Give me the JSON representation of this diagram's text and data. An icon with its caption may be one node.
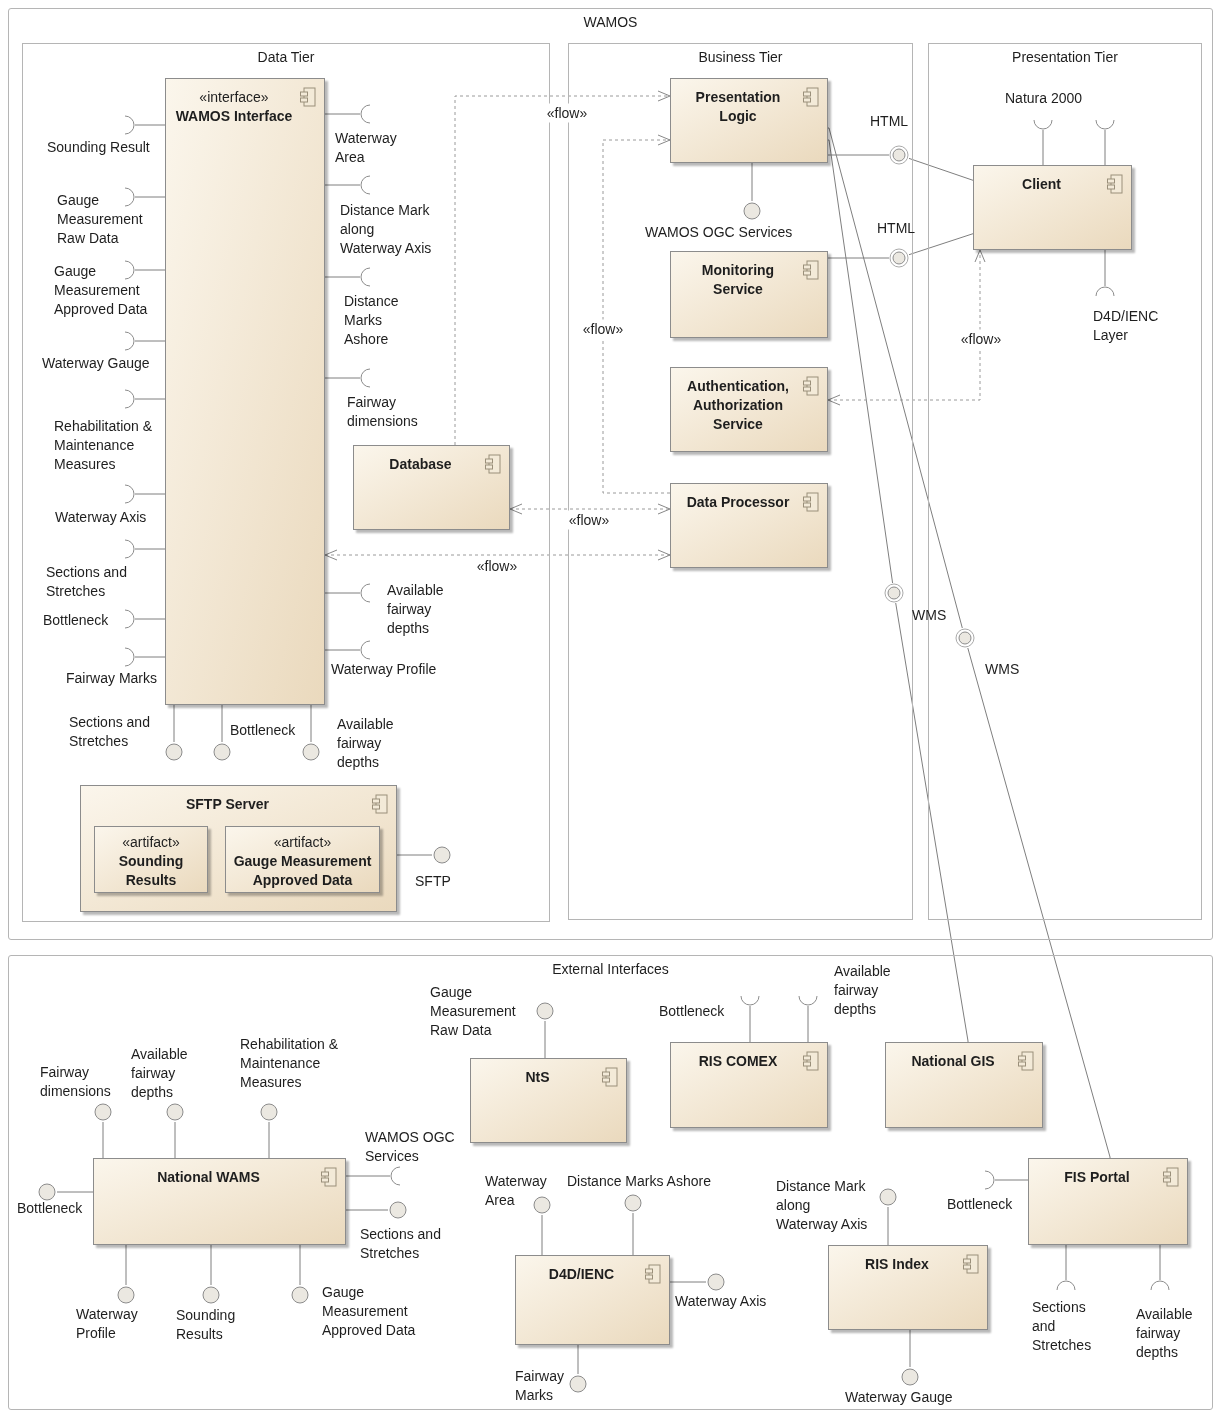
{
  "diagram": {
    "nodes": [
      {
        "text": [
          "WAMOS"
        ]
      },
      {
        "text": [
          "Data Tier"
        ],
        "in": 0
      },
      {
        "text": [
          "Business Tier"
        ],
        "in": 0
      },
      {
        "text": [
          "Presentation Tier"
        ],
        "in": 0
      },
      {
        "text": [
          "«interface»",
          "WAMOS Interface"
        ],
        "in": 1
      },
      {
        "text": [],
        "shape": "arc",
        "beside": [
          "Sounding Result"
        ],
        "in": 1
      },
      {
        "text": [],
        "shape": "arc",
        "beside": [
          "Gauge Measurement Raw Data"
        ],
        "in": 1
      },
      {
        "text": [],
        "shape": "arc",
        "beside": [
          "Gauge Measurement Approved Data"
        ],
        "in": 1
      },
      {
        "text": [],
        "shape": "arc",
        "beside": [
          "Waterway Gauge"
        ],
        "in": 1
      },
      {
        "text": [],
        "shape": "arc",
        "beside": [
          "Rehabilitation & Maintenance Measures"
        ],
        "in": 1
      },
      {
        "text": [],
        "shape": "arc",
        "beside": [
          "Waterway Axis"
        ],
        "in": 1
      },
      {
        "text": [],
        "shape": "arc",
        "beside": [
          "Sections and Stretches"
        ],
        "in": 1
      },
      {
        "text": [],
        "shape": "arc",
        "beside": [
          "Bottleneck"
        ],
        "in": 1
      },
      {
        "text": [],
        "shape": "arc",
        "beside": [
          "Fairway Marks"
        ],
        "in": 1
      },
      {
        "text": [],
        "shape": "arc",
        "beside": [
          "Waterway Area"
        ],
        "in": 1
      },
      {
        "text": [],
        "shape": "arc",
        "beside": [
          "Distance Mark along Waterway Axis"
        ],
        "in": 1
      },
      {
        "text": [],
        "shape": "arc",
        "beside": [
          "Distance Marks Ashore"
        ],
        "in": 1
      },
      {
        "text": [],
        "shape": "arc",
        "beside": [
          "Fairway dimensions"
        ],
        "in": 1
      },
      {
        "text": [],
        "shape": "arc",
        "beside": [
          "Available fairway depths"
        ],
        "in": 1
      },
      {
        "text": [],
        "shape": "arc",
        "beside": [
          "Waterway Profile"
        ],
        "in": 1
      },
      {
        "text": [],
        "shape": "circle",
        "beside": [
          "Sections and Stretches"
        ],
        "in": 1
      },
      {
        "text": [],
        "shape": "circle",
        "beside": [
          "Bottleneck"
        ],
        "in": 1
      },
      {
        "text": [],
        "shape": "circle",
        "beside": [
          "Available fairway depths"
        ],
        "in": 1
      },
      {
        "text": [
          "Database"
        ],
        "in": 1
      },
      {
        "text": [
          "SFTP Server"
        ],
        "in": 1
      },
      {
        "text": [
          "«artifact»",
          "Sounding Results"
        ],
        "in": 24
      },
      {
        "text": [
          "«artifact»",
          "Gauge Measurement Approved Data"
        ],
        "in": 24
      },
      {
        "text": [],
        "shape": "circle",
        "beside": [
          "SFTP"
        ],
        "in": 1
      },
      {
        "text": [
          "Presentation Logic"
        ],
        "in": 2
      },
      {
        "text": [],
        "shape": "circle",
        "beside": [
          "WAMOS OGC Services"
        ],
        "in": 2
      },
      {
        "text": [
          "Monitoring Service"
        ],
        "in": 2
      },
      {
        "text": [
          "Authentication, Authorization Service"
        ],
        "in": 2
      },
      {
        "text": [
          "Data Processor"
        ],
        "in": 2
      },
      {
        "text": [],
        "shape": "ring",
        "beside": [
          "HTML"
        ],
        "in": 2
      },
      {
        "text": [],
        "shape": "ring",
        "beside": [
          "HTML"
        ],
        "in": 2
      },
      {
        "text": [],
        "shape": "ring",
        "beside": [
          "WMS"
        ],
        "in": 2
      },
      {
        "text": [],
        "shape": "ring",
        "beside": [
          "WMS"
        ],
        "in": 3
      },
      {
        "text": [
          "Client"
        ],
        "in": 3
      },
      {
        "text": [],
        "shape": "arc",
        "beside": [
          "Natura 2000"
        ],
        "in": 3
      },
      {
        "text": [],
        "shape": "arc",
        "in": 3
      },
      {
        "text": [],
        "shape": "arc",
        "beside": [
          "D4D/IENC Layer"
        ],
        "in": 3
      },
      {
        "text": [
          "External Interfaces"
        ]
      },
      {
        "text": [
          "NtS"
        ],
        "in": 41
      },
      {
        "text": [],
        "shape": "circle",
        "beside": [
          "Gauge Measurement Raw Data"
        ],
        "in": 41
      },
      {
        "text": [
          "RIS COMEX"
        ],
        "in": 41
      },
      {
        "text": [],
        "shape": "arc",
        "beside": [
          "Bottleneck"
        ],
        "in": 41
      },
      {
        "text": [],
        "shape": "arc",
        "beside": [
          "Available fairway depths"
        ],
        "in": 41
      },
      {
        "text": [
          "National GIS"
        ],
        "in": 41
      },
      {
        "text": [
          "National WAMS"
        ],
        "in": 41
      },
      {
        "text": [],
        "shape": "circle",
        "beside": [
          "Fairway dimensions"
        ],
        "in": 41
      },
      {
        "text": [],
        "shape": "circle",
        "beside": [
          "Available fairway depths"
        ],
        "in": 41
      },
      {
        "text": [],
        "shape": "circle",
        "beside": [
          "Rehabilitation & Maintenance Measures"
        ],
        "in": 41
      },
      {
        "text": [],
        "shape": "arc",
        "beside": [
          "WAMOS OGC Services"
        ],
        "in": 41
      },
      {
        "text": [],
        "shape": "circle",
        "beside": [
          "Sections and Stretches"
        ],
        "in": 41
      },
      {
        "text": [],
        "shape": "circle",
        "beside": [
          "Bottleneck"
        ],
        "in": 41
      },
      {
        "text": [],
        "shape": "circle",
        "beside": [
          "Waterway Profile"
        ],
        "in": 41
      },
      {
        "text": [],
        "shape": "circle",
        "beside": [
          "Sounding Results"
        ],
        "in": 41
      },
      {
        "text": [],
        "shape": "circle",
        "beside": [
          "Gauge Measurement Approved Data"
        ],
        "in": 41
      },
      {
        "text": [
          "D4D/IENC"
        ],
        "in": 41
      },
      {
        "text": [],
        "shape": "circle",
        "beside": [
          "Waterway Area"
        ],
        "in": 41
      },
      {
        "text": [],
        "shape": "circle",
        "beside": [
          "Distance Marks Ashore"
        ],
        "in": 41
      },
      {
        "text": [],
        "shape": "circle",
        "beside": [
          "Waterway Axis"
        ],
        "in": 41
      },
      {
        "text": [],
        "shape": "circle",
        "beside": [
          "Fairway Marks"
        ],
        "in": 41
      },
      {
        "text": [
          "RIS Index"
        ],
        "in": 41
      },
      {
        "text": [],
        "shape": "circle",
        "beside": [
          "Distance Mark along Waterway Axis"
        ],
        "in": 41
      },
      {
        "text": [],
        "shape": "circle",
        "beside": [
          "Waterway Gauge"
        ],
        "in": 41
      },
      {
        "text": [
          "FIS Portal"
        ],
        "in": 41
      },
      {
        "text": [],
        "shape": "arc",
        "beside": [
          "Bottleneck"
        ],
        "in": 41
      },
      {
        "text": [],
        "shape": "arc",
        "beside": [
          "Sections and Stretches"
        ],
        "in": 41
      },
      {
        "text": [],
        "shape": "arc",
        "beside": [
          "Available fairway depths"
        ],
        "in": 41
      }
    ],
    "edges": [
      {
        "from": 4,
        "to": 5,
        "arrow": "none"
      },
      {
        "from": 4,
        "to": 6,
        "arrow": "none"
      },
      {
        "from": 4,
        "to": 7,
        "arrow": "none"
      },
      {
        "from": 4,
        "to": 8,
        "arrow": "none"
      },
      {
        "from": 4,
        "to": 9,
        "arrow": "none"
      },
      {
        "from": 4,
        "to": 10,
        "arrow": "none"
      },
      {
        "from": 4,
        "to": 11,
        "arrow": "none"
      },
      {
        "from": 4,
        "to": 12,
        "arrow": "none"
      },
      {
        "from": 4,
        "to": 13,
        "arrow": "none"
      },
      {
        "from": 4,
        "to": 14,
        "arrow": "none"
      },
      {
        "from": 4,
        "to": 15,
        "arrow": "none"
      },
      {
        "from": 4,
        "to": 16,
        "arrow": "none"
      },
      {
        "from": 4,
        "to": 17,
        "arrow": "none"
      },
      {
        "from": 4,
        "to": 18,
        "arrow": "none"
      },
      {
        "from": 4,
        "to": 19,
        "arrow": "none"
      },
      {
        "from": 4,
        "to": 20,
        "arrow": "none"
      },
      {
        "from": 4,
        "to": 21,
        "arrow": "none"
      },
      {
        "from": 4,
        "to": 22,
        "arrow": "none"
      },
      {
        "from": 24,
        "to": 27,
        "arrow": "none"
      },
      {
        "from": 28,
        "to": 29,
        "arrow": "none"
      },
      {
        "from": 37,
        "to": 38,
        "arrow": "none"
      },
      {
        "from": 37,
        "to": 39,
        "arrow": "none"
      },
      {
        "from": 37,
        "to": 40,
        "arrow": "none"
      },
      {
        "from": 42,
        "to": 43,
        "arrow": "none"
      },
      {
        "from": 44,
        "to": 45,
        "arrow": "none"
      },
      {
        "from": 44,
        "to": 46,
        "arrow": "none"
      },
      {
        "from": 48,
        "to": 49,
        "arrow": "none"
      },
      {
        "from": 48,
        "to": 50,
        "arrow": "none"
      },
      {
        "from": 48,
        "to": 51,
        "arrow": "none"
      },
      {
        "from": 48,
        "to": 52,
        "arrow": "none"
      },
      {
        "from": 48,
        "to": 53,
        "arrow": "none"
      },
      {
        "from": 48,
        "to": 54,
        "arrow": "none"
      },
      {
        "from": 48,
        "to": 55,
        "arrow": "none"
      },
      {
        "from": 48,
        "to": 56,
        "arrow": "none"
      },
      {
        "from": 48,
        "to": 57,
        "arrow": "none"
      },
      {
        "from": 58,
        "to": 59,
        "arrow": "none"
      },
      {
        "from": 58,
        "to": 60,
        "arrow": "none"
      },
      {
        "from": 58,
        "to": 61,
        "arrow": "none"
      },
      {
        "from": 58,
        "to": 62,
        "arrow": "none"
      },
      {
        "from": 63,
        "to": 64,
        "arrow": "none"
      },
      {
        "from": 63,
        "to": 65,
        "arrow": "none"
      },
      {
        "from": 66,
        "to": 67,
        "arrow": "none"
      },
      {
        "from": 66,
        "to": 68,
        "arrow": "none"
      },
      {
        "from": 66,
        "to": 69,
        "arrow": "none"
      },
      {
        "from": 28,
        "to": 33,
        "arrow": "none"
      },
      {
        "from": 37,
        "to": 33,
        "arrow": "none"
      },
      {
        "from": 30,
        "to": 34,
        "arrow": "none"
      },
      {
        "from": 37,
        "to": 34,
        "arrow": "none"
      },
      {
        "from": 28,
        "to": 35,
        "arrow": "none"
      },
      {
        "from": 47,
        "to": 35,
        "arrow": "none"
      },
      {
        "from": 28,
        "to": 36,
        "arrow": "none"
      },
      {
        "from": 66,
        "to": 36,
        "arrow": "none"
      },
      {
        "from": 23,
        "to": 28,
        "arrow": "to",
        "label": "«flow»",
        "style": "dashed"
      },
      {
        "from": 32,
        "to": 28,
        "arrow": "to",
        "label": "«flow»",
        "style": "dashed"
      },
      {
        "from": 23,
        "to": 32,
        "arrow": "both",
        "label": "«flow»",
        "style": "dashed"
      },
      {
        "from": 32,
        "to": 4,
        "arrow": "both",
        "label": "«flow»",
        "style": "dashed"
      },
      {
        "from": 31,
        "to": 37,
        "arrow": "both",
        "label": "«flow»",
        "style": "dashed"
      }
    ]
  }
}
